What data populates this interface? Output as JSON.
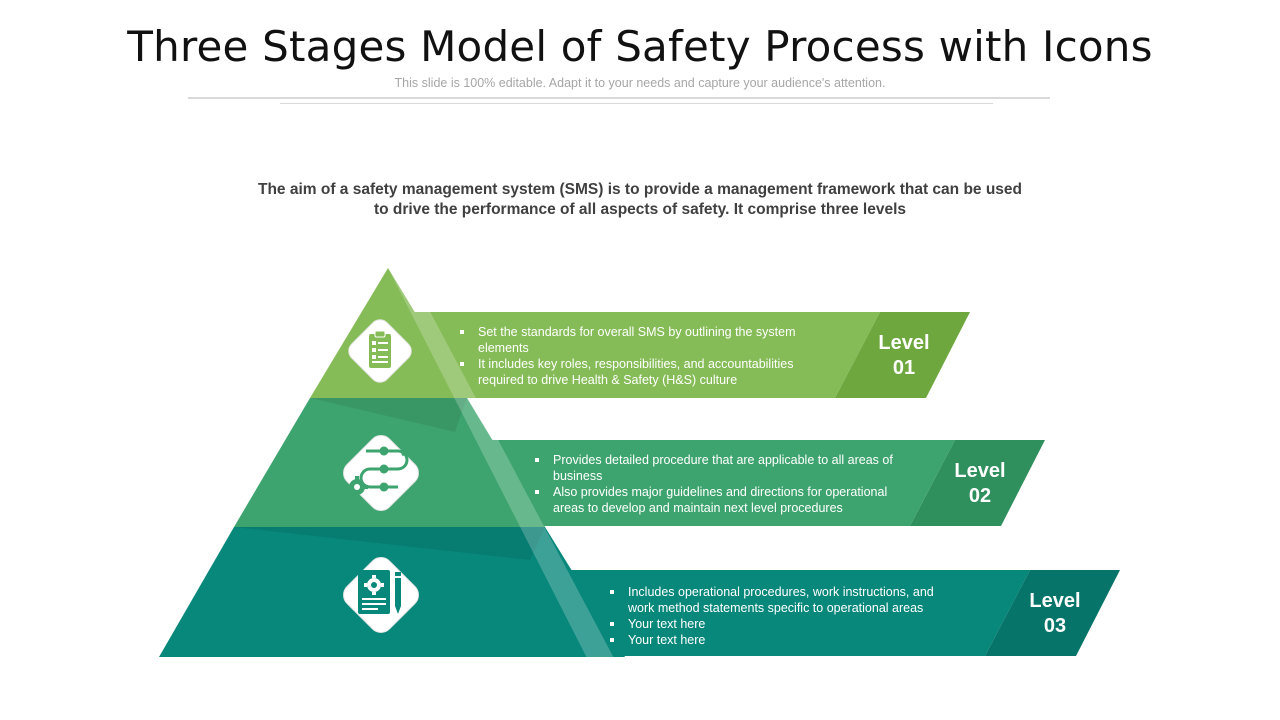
{
  "header": {
    "title": "Three Stages Model of Safety Process with Icons",
    "subtitle": "This slide is 100% editable. Adapt it to your needs and capture your audience's attention."
  },
  "intro": {
    "line1": "The aim of a safety management system (SMS) is to provide a management framework that can be used",
    "line2": "to drive the performance of all aspects of safety. It comprise three levels"
  },
  "colors": {
    "level1": "#86bc57",
    "level2": "#3ea46f",
    "level3": "#08877b"
  },
  "levels": [
    {
      "label_word": "Level",
      "label_num": "01",
      "icon": "clipboard-checklist-icon",
      "bullets": [
        "Set the standards for overall  SMS by outlining the system elements",
        "It includes key roles, responsibilities, and accountabilities required to drive Health & Safety (H&S) culture"
      ]
    },
    {
      "label_word": "Level",
      "label_num": "02",
      "icon": "process-flow-gear-icon",
      "bullets": [
        "Provides detailed procedure  that are applicable to all areas of business",
        "Also provides  major guidelines  and directions for operational areas to develop  and maintain next level procedures"
      ]
    },
    {
      "label_word": "Level",
      "label_num": "03",
      "icon": "document-gear-pen-icon",
      "bullets": [
        "Includes operational procedures, work instructions, and work method statements specific to operational  areas",
        "Your text here",
        "Your text here"
      ]
    }
  ]
}
